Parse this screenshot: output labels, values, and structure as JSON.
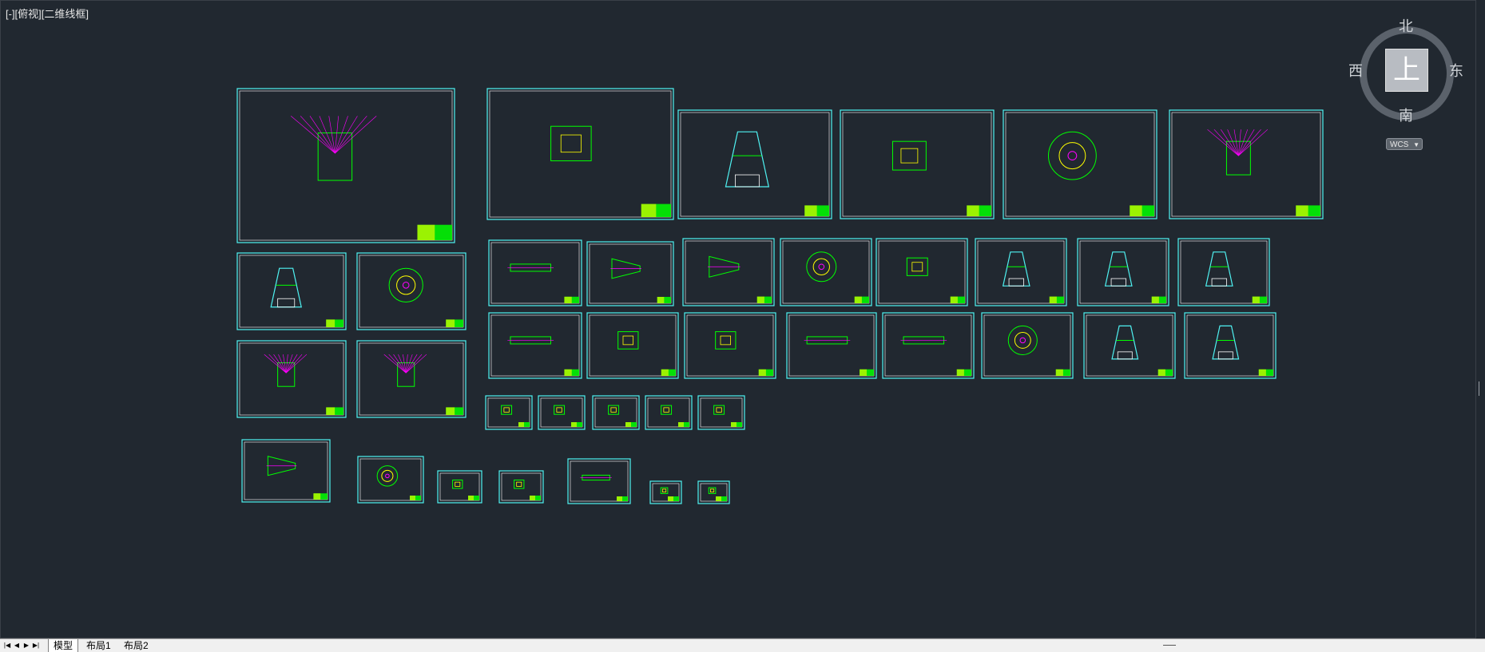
{
  "viewport": {
    "label": "[-][俯视][二维线框]"
  },
  "viewcube": {
    "face_label": "上",
    "north": "北",
    "south": "南",
    "east": "东",
    "west": "西",
    "wcs_label": "WCS"
  },
  "tabs": {
    "nav": [
      "first-tab-icon",
      "prev-tab-icon",
      "next-tab-icon",
      "last-tab-icon"
    ],
    "items": [
      {
        "label": "模型",
        "active": true
      },
      {
        "label": "布局1",
        "active": false
      },
      {
        "label": "布局2",
        "active": false
      }
    ]
  },
  "colors": {
    "background": "#212830",
    "sheet_border": "#4ff2f2",
    "geometry": "#00ff00",
    "magenta": "#ff00ff",
    "yellow": "#ffff00",
    "white": "#ffffff"
  },
  "drawing_sheets": [
    {
      "kind": "assembly-large"
    },
    {
      "kind": "assembly-medium"
    },
    {
      "kind": "part"
    },
    {
      "kind": "part"
    },
    {
      "kind": "part"
    },
    {
      "kind": "part"
    }
  ]
}
